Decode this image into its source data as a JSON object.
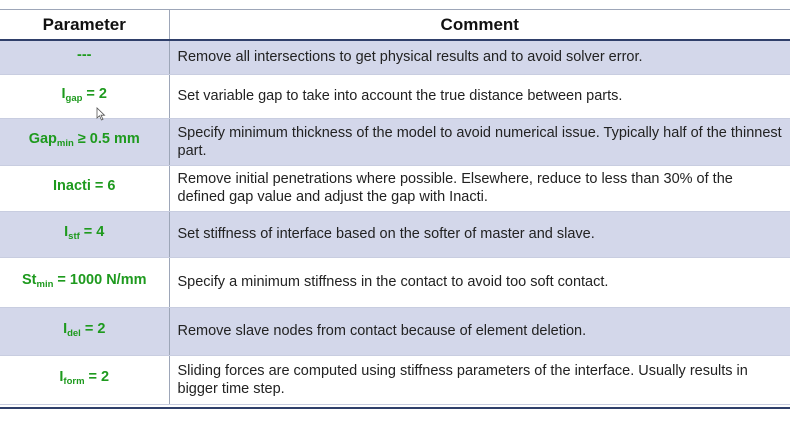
{
  "header": {
    "parameter": "Parameter",
    "comment": "Comment"
  },
  "rows": [
    {
      "p_main": "---",
      "p_sub": "",
      "p_rest": "",
      "comment": "Remove all intersections to get physical results and to avoid solver error."
    },
    {
      "p_main": "I",
      "p_sub": "gap",
      "p_rest": " = 2",
      "comment": "Set variable gap to take into account the true distance between parts."
    },
    {
      "p_main": "Gap",
      "p_sub": "min",
      "p_rest": " ≥ 0.5 mm",
      "comment": "Specify minimum thickness of the model to avoid numerical issue. Typically half of the thinnest part."
    },
    {
      "p_main": "Inacti = 6",
      "p_sub": "",
      "p_rest": "",
      "comment": "Remove initial penetrations where possible. Elsewhere, reduce to less than 30% of the defined gap value and adjust the gap with Inacti."
    },
    {
      "p_main": "I",
      "p_sub": "stf",
      "p_rest": " = 4",
      "comment": "Set stiffness of interface based on the softer of master and slave."
    },
    {
      "p_main": "St",
      "p_sub": "min",
      "p_rest": " = 1000 N/mm",
      "comment": "Specify a minimum stiffness in the contact to avoid too soft contact."
    },
    {
      "p_main": "I",
      "p_sub": "del",
      "p_rest": " = 2",
      "comment": "Remove slave nodes from contact because of element deletion."
    },
    {
      "p_main": "I",
      "p_sub": "form",
      "p_rest": " = 2",
      "comment": "Sliding forces are computed using stiffness parameters of the interface. Usually results in bigger time step."
    }
  ],
  "colors": {
    "header_rule": "#2f3f6a",
    "band": "#d3d7ea",
    "param_text": "#1e9a1e"
  },
  "cursor_icon": "mouse-pointer-icon"
}
